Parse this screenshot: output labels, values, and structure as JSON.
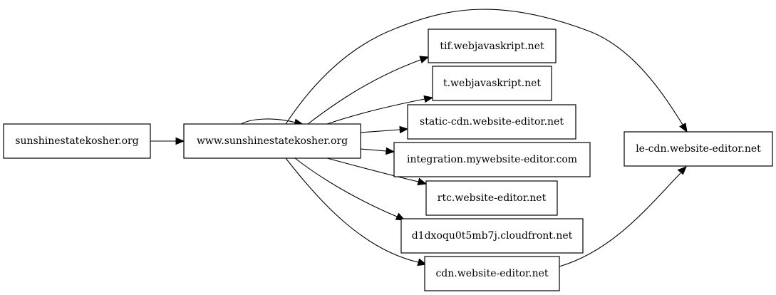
{
  "graph": {
    "nodes": {
      "sunshine": "sunshinestatekosher.org",
      "www": "www.sunshinestatekosher.org",
      "tif": "tif.webjavaskript.net",
      "t": "t.webjavaskript.net",
      "static_cdn": "static-cdn.website-editor.net",
      "integration": "integration.mywebsite-editor.com",
      "rtc": "rtc.website-editor.net",
      "cloudfront": "d1dxoqu0t5mb7j.cloudfront.net",
      "cdn": "cdn.website-editor.net",
      "le_cdn": "le-cdn.website-editor.net"
    },
    "edges": [
      {
        "from": "sunshine",
        "to": "www"
      },
      {
        "from": "www",
        "to": "www"
      },
      {
        "from": "www",
        "to": "tif"
      },
      {
        "from": "www",
        "to": "t"
      },
      {
        "from": "www",
        "to": "static_cdn"
      },
      {
        "from": "www",
        "to": "integration"
      },
      {
        "from": "www",
        "to": "rtc"
      },
      {
        "from": "www",
        "to": "cloudfront"
      },
      {
        "from": "www",
        "to": "cdn"
      },
      {
        "from": "www",
        "to": "le_cdn"
      },
      {
        "from": "cdn",
        "to": "le_cdn"
      }
    ]
  }
}
